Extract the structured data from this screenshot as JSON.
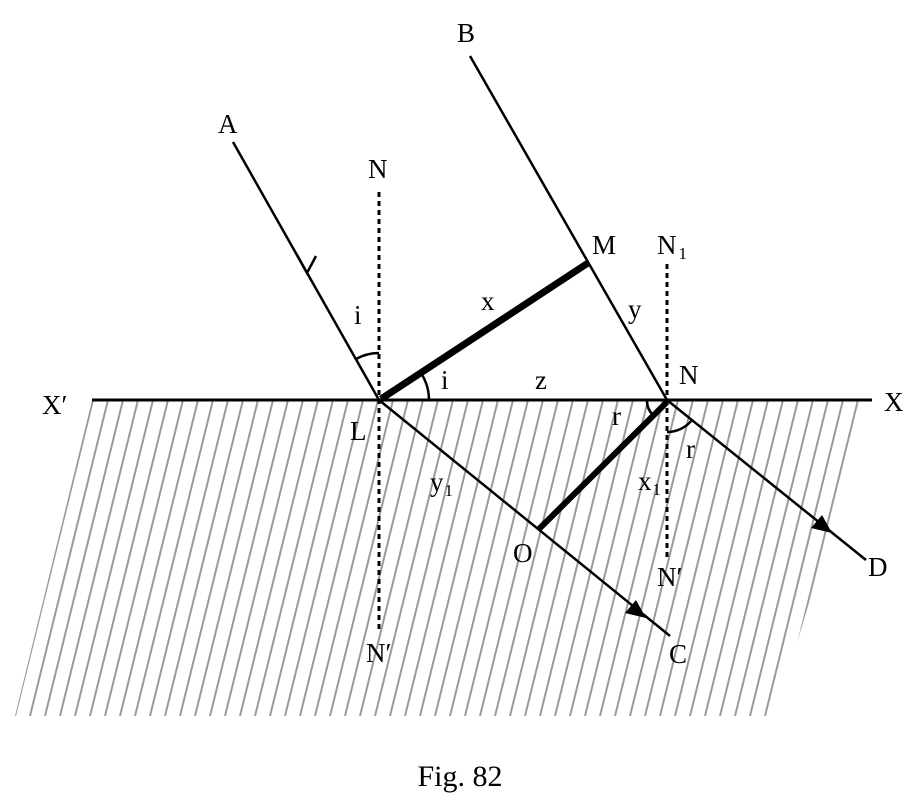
{
  "figure": {
    "caption": "Fig. 82",
    "labels": {
      "A": "A",
      "B": "B",
      "N_top": "N",
      "M": "M",
      "N1": "N",
      "N1_sub": "1",
      "x": "x",
      "y": "y",
      "i_left": "i",
      "i_right": "i",
      "z": "z",
      "N_point": "N",
      "X_prime": "X′",
      "X": "X",
      "L": "L",
      "r_left": "r",
      "r_right": "r",
      "y1": "y",
      "y1_sub": "1",
      "x1": "x",
      "x1_sub": "1",
      "O": "O",
      "N_prime_right": "N′",
      "N_prime_bottom": "N′",
      "C": "C",
      "D": "D"
    },
    "colors": {
      "ink": "#000000",
      "hatch": "#9a9a9a"
    }
  }
}
